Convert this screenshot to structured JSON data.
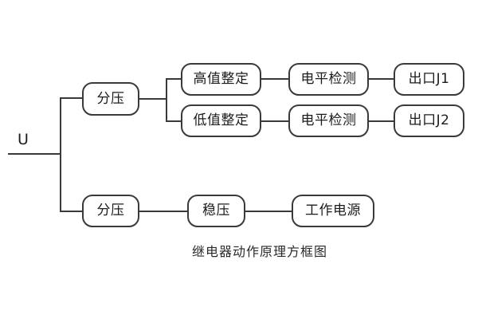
{
  "diagram": {
    "caption": "继电器动作原理方框图",
    "source_label": "U",
    "colors": {
      "background": "#ffffff",
      "line": "#3a3a3a",
      "text": "#1c1c1c"
    },
    "nodes": {
      "divider_top": "分压",
      "high_set": "高值整定",
      "low_set": "低值整定",
      "level_detect_top": "电平检测",
      "level_detect_bottom": "电平检测",
      "output_j1": "出口J1",
      "output_j2": "出口J2",
      "divider_bottom": "分压",
      "regulator": "稳压",
      "work_supply": "工作电源"
    }
  }
}
